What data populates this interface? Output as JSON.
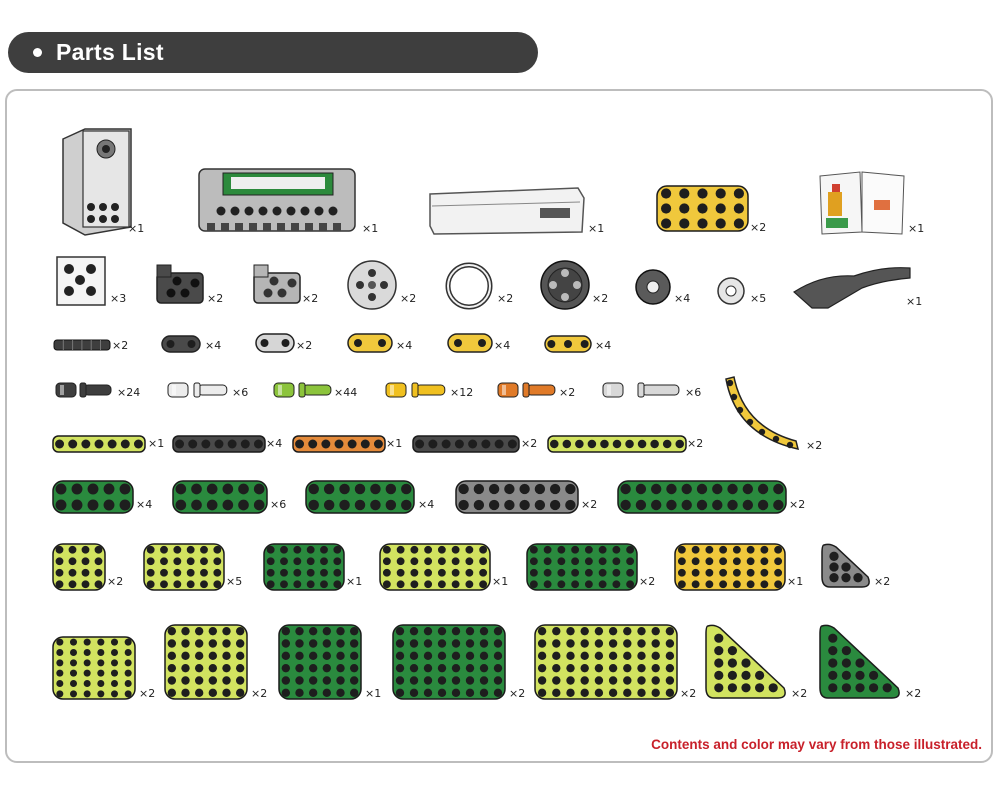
{
  "header": {
    "title": "Parts List"
  },
  "colors": {
    "lightgreen": "#d2e360",
    "darkgreen": "#2a8a3e",
    "yellow": "#f0c83c",
    "orange": "#e48a3a",
    "gray": "#8a8a8a",
    "dark": "#4a4a4a",
    "note": "#c8202a"
  },
  "parts": [
    {
      "id": "servo-motor",
      "kind": "servo",
      "qty": "×1"
    },
    {
      "id": "battery-box",
      "kind": "battery",
      "qty": "×1"
    },
    {
      "id": "cable-cover",
      "kind": "cover",
      "qty": "×1"
    },
    {
      "id": "yellow-block-plate",
      "kind": "yplate",
      "qty": "×2"
    },
    {
      "id": "instruction-manual",
      "kind": "manual",
      "qty": "×1"
    },
    {
      "id": "white-cross-block",
      "kind": "wblock",
      "qty": "×3"
    },
    {
      "id": "dark-angle-connector",
      "kind": "dangle",
      "qty": "×2"
    },
    {
      "id": "gray-angle-connector",
      "kind": "gangle",
      "qty": "×2"
    },
    {
      "id": "white-wheel",
      "kind": "wwheel",
      "qty": "×2"
    },
    {
      "id": "rubber-ring",
      "kind": "ring",
      "qty": "×2"
    },
    {
      "id": "dark-wheel",
      "kind": "dwheel",
      "qty": "×2"
    },
    {
      "id": "dark-bushing",
      "kind": "dbush",
      "qty": "×4"
    },
    {
      "id": "light-bushing",
      "kind": "lbush",
      "qty": "×5"
    },
    {
      "id": "dark-curved-arm",
      "kind": "arm",
      "qty": "×1"
    },
    {
      "id": "dark-axle",
      "kind": "axle",
      "qty": "×2"
    },
    {
      "id": "dark-link",
      "kind": "dlink",
      "qty": "×4"
    },
    {
      "id": "gray-link",
      "kind": "glink",
      "qty": "×2"
    },
    {
      "id": "yellow-link-a",
      "kind": "ylink",
      "qty": "×4"
    },
    {
      "id": "yellow-link-b",
      "kind": "ylink",
      "qty": "×4"
    },
    {
      "id": "yellow-link-c",
      "kind": "ylink3",
      "qty": "×4"
    },
    {
      "id": "dark-pin",
      "kind": "pin-dark",
      "qty": "×24"
    },
    {
      "id": "white-pin",
      "kind": "pin-white",
      "qty": "×6"
    },
    {
      "id": "green-pin",
      "kind": "pin-green",
      "qty": "×44"
    },
    {
      "id": "yellow-pin",
      "kind": "pin-yellow",
      "qty": "×12"
    },
    {
      "id": "orange-pin",
      "kind": "pin-orange",
      "qty": "×2"
    },
    {
      "id": "gray-pin",
      "kind": "pin-gray",
      "qty": "×6"
    },
    {
      "id": "curved-beam",
      "kind": "curve",
      "qty": "×2"
    },
    {
      "id": "beam-lightgreen-7",
      "kind": "beam",
      "color": "lightgreen",
      "qty": "×1"
    },
    {
      "id": "beam-dark-7",
      "kind": "beam",
      "color": "dark",
      "qty": "×4"
    },
    {
      "id": "beam-orange-7",
      "kind": "beam",
      "color": "orange",
      "qty": "×1"
    },
    {
      "id": "beam-dark-8",
      "kind": "beam",
      "color": "dark",
      "qty": "×2"
    },
    {
      "id": "beam-lightgreen-11",
      "kind": "beam",
      "color": "lightgreen",
      "qty": "×2"
    },
    {
      "id": "plate-green-2x5",
      "kind": "plate",
      "color": "darkgreen",
      "qty": "×4"
    },
    {
      "id": "plate-green-2x6",
      "kind": "plate",
      "color": "darkgreen",
      "qty": "×6"
    },
    {
      "id": "plate-green-2x7",
      "kind": "plate",
      "color": "darkgreen",
      "qty": "×4"
    },
    {
      "id": "plate-gray-2x8",
      "kind": "plate",
      "color": "gray",
      "qty": "×2"
    },
    {
      "id": "plate-green-2x11",
      "kind": "plate",
      "color": "darkgreen",
      "qty": "×2"
    },
    {
      "id": "plate-lightgreen-4x4",
      "kind": "plate",
      "color": "lightgreen",
      "qty": "×2"
    },
    {
      "id": "plate-lightgreen-4x6",
      "kind": "plate",
      "color": "lightgreen",
      "qty": "×5"
    },
    {
      "id": "plate-green-4x6",
      "kind": "plate",
      "color": "darkgreen",
      "qty": "×1"
    },
    {
      "id": "plate-lightgreen-4x8",
      "kind": "plate",
      "color": "lightgreen",
      "qty": "×1"
    },
    {
      "id": "plate-green-4x8",
      "kind": "plate",
      "color": "darkgreen",
      "qty": "×2"
    },
    {
      "id": "plate-yellow-4x8",
      "kind": "plate",
      "color": "yellow",
      "qty": "×1"
    },
    {
      "id": "triangle-gray-small",
      "kind": "tri",
      "color": "gray",
      "qty": "×2"
    },
    {
      "id": "plate-lightgreen-6x6",
      "kind": "plate",
      "color": "lightgreen",
      "qty": "×2"
    },
    {
      "id": "plate-lightgreen-6x6b",
      "kind": "plate",
      "color": "lightgreen",
      "qty": "×2"
    },
    {
      "id": "plate-green-6x6",
      "kind": "plate",
      "color": "darkgreen",
      "qty": "×1"
    },
    {
      "id": "plate-green-6x8",
      "kind": "plate",
      "color": "darkgreen",
      "qty": "×2"
    },
    {
      "id": "plate-lightgreen-6x10",
      "kind": "plate",
      "color": "lightgreen",
      "qty": "×2"
    },
    {
      "id": "triangle-lightgreen-large",
      "kind": "tri",
      "color": "lightgreen",
      "qty": "×2"
    },
    {
      "id": "triangle-green-large",
      "kind": "tri",
      "color": "darkgreen",
      "qty": "×2"
    }
  ],
  "footer": {
    "note": "Contents and color may vary from those illustrated."
  }
}
